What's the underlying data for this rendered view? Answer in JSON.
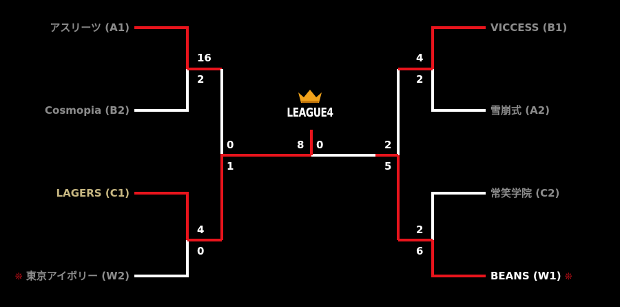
{
  "colors": {
    "winner_line": "#e8141c",
    "loser_line": "#ffffff",
    "team_name": "#8c8c8c",
    "highlight_team": "#c8b882",
    "white_team": "#ffffff",
    "mark": "#d4101a",
    "crown": "#f2a21b"
  },
  "title": "LEAGUE4",
  "teams": {
    "a1": {
      "name": "アスリーツ (A1)",
      "mark": ""
    },
    "b2": {
      "name": "Cosmopia (B2)",
      "mark": ""
    },
    "c1": {
      "name": "LAGERS (C1)",
      "mark": ""
    },
    "w2": {
      "name": "東京アイボリー (W2)",
      "mark": "❊"
    },
    "b1": {
      "name": "VICCESS (B1)",
      "mark": ""
    },
    "a2": {
      "name": "雪崩式 (A2)",
      "mark": ""
    },
    "c2": {
      "name": "常笑学院 (C2)",
      "mark": ""
    },
    "w1": {
      "name": "BEANS (W1)",
      "mark": "❊"
    }
  },
  "scores": {
    "r1_top_left_a1": "16",
    "r1_top_left_b2": "2",
    "r1_bottom_left_c1": "4",
    "r1_bottom_left_w2": "0",
    "r1_top_right_b1": "4",
    "r1_top_right_a2": "2",
    "r1_bottom_right_c2": "2",
    "r1_bottom_right_w1": "6",
    "semi_left_top": "0",
    "semi_left_bottom": "1",
    "semi_right_top": "2",
    "semi_right_bottom": "5",
    "final_left": "8",
    "final_right": "0"
  }
}
